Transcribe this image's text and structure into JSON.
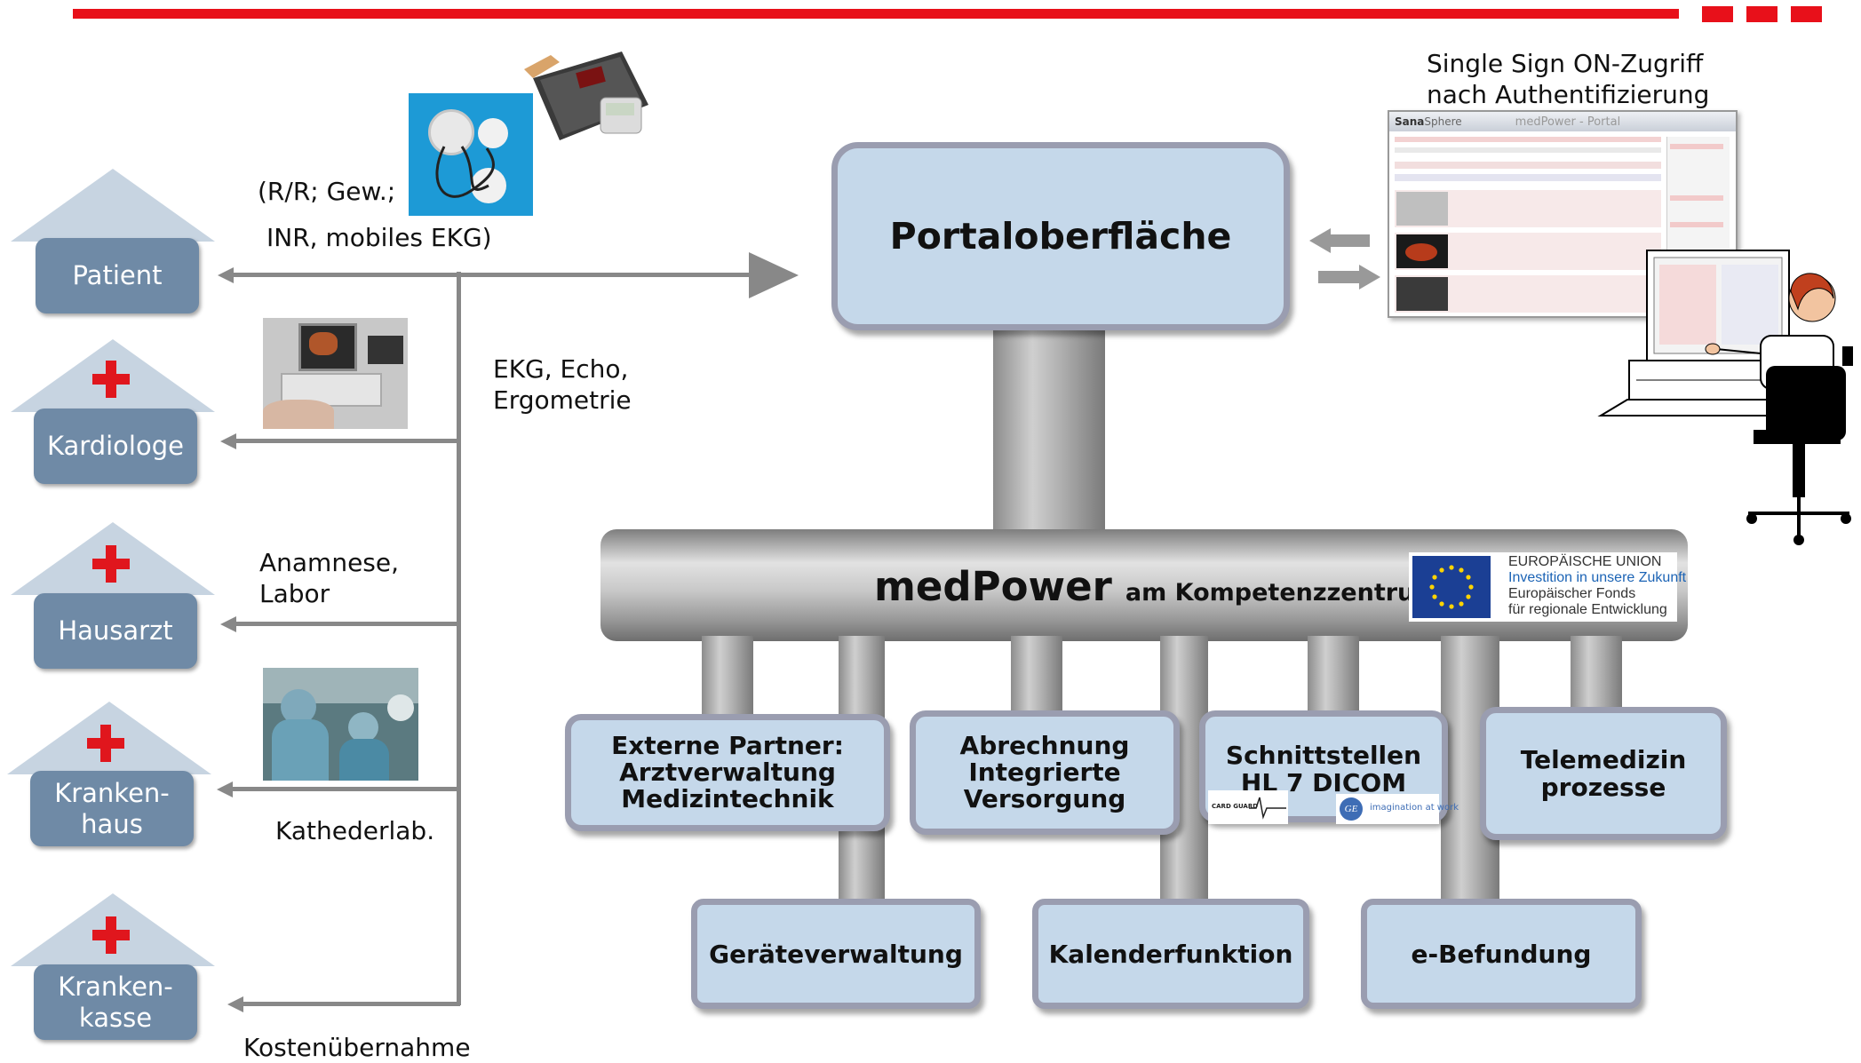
{
  "left": {
    "patient": "Patient",
    "kardiologe": "Kardiologe",
    "hausarzt": "Hausarzt",
    "krankenhaus": "Kranken-\nhaus",
    "krankenkasse": "Kranken-\nkasse"
  },
  "labels": {
    "rr": "(R/R; Gew.;",
    "inr": "INR, mobiles EKG)",
    "ekg1": "EKG, Echo,",
    "ekg2": "Ergometrie",
    "anam1": "Anamnese,",
    "anam2": "Labor",
    "katheder": "Kathederlab.",
    "kosten": "Kostenübernahme",
    "sso1": "Single Sign ON-Zugriff",
    "sso2": "nach Authentifizierung"
  },
  "portal": "Portaloberfläche",
  "medpower": {
    "name": "medPower",
    "suffix": "am Kompetenzzentrum"
  },
  "eu": {
    "line1": "EUROPÄISCHE UNION",
    "line2": "Investition in unsere Zukunft",
    "line3": "Europäischer Fonds",
    "line4": "für regionale Entwicklung"
  },
  "modules": {
    "externe": "Externe Partner:\nArztverwaltung\nMedizintechnik",
    "abrechnung": "Abrechnung\nIntegrierte\nVersorgung",
    "schnittstellen": "Schnittstellen\nHL 7  DICOM",
    "telemedizin": "Telemedizin\nprozesse",
    "geraete": "Geräteverwaltung",
    "kalender": "Kalenderfunktion",
    "befundung": "e-Befundung"
  },
  "logos": {
    "cardguard": "CARD GUARD",
    "ge": "imagination at work"
  },
  "screen": {
    "brand1": "Sana",
    "brand2": "Sphere",
    "title": "medPower - Portal"
  },
  "colors": {
    "accent_red": "#e8101a",
    "box_fill": "#c5d8ea",
    "house_fill": "#6f8aa6"
  }
}
